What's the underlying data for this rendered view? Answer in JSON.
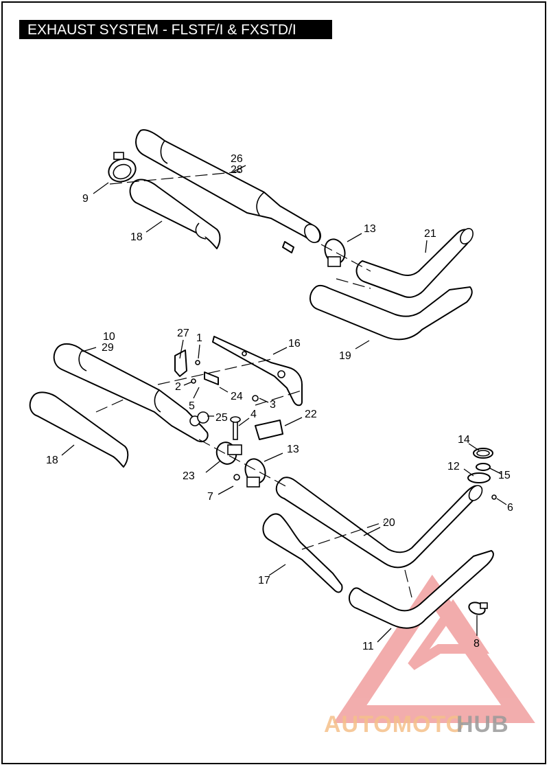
{
  "title": "EXHAUST SYSTEM - FLSTF/I & FXSTD/I",
  "callouts": {
    "c26": "26",
    "c28": "28",
    "c9": "9",
    "c18a": "18",
    "c13a": "13",
    "c21": "21",
    "c19": "19",
    "c27": "27",
    "c1": "1",
    "c16": "16",
    "c10": "10",
    "c29": "29",
    "c2": "2",
    "c24": "24",
    "c3": "3",
    "c5": "5",
    "c25": "25",
    "c4": "4",
    "c22": "22",
    "c18b": "18",
    "c13b": "13",
    "c14": "14",
    "c12": "12",
    "c15": "15",
    "c23": "23",
    "c7": "7",
    "c6": "6",
    "c20": "20",
    "c17": "17",
    "c11": "11",
    "c8": "8"
  },
  "watermark": {
    "part1": "AUTOMOTO",
    "part2": "HUB",
    "color_primary": "#f0a4a4",
    "color_accent": "#f5c08a",
    "color_dark": "#9a9a9a"
  },
  "colors": {
    "line": "#000000",
    "title_bg": "#000000",
    "title_fg": "#ffffff"
  }
}
